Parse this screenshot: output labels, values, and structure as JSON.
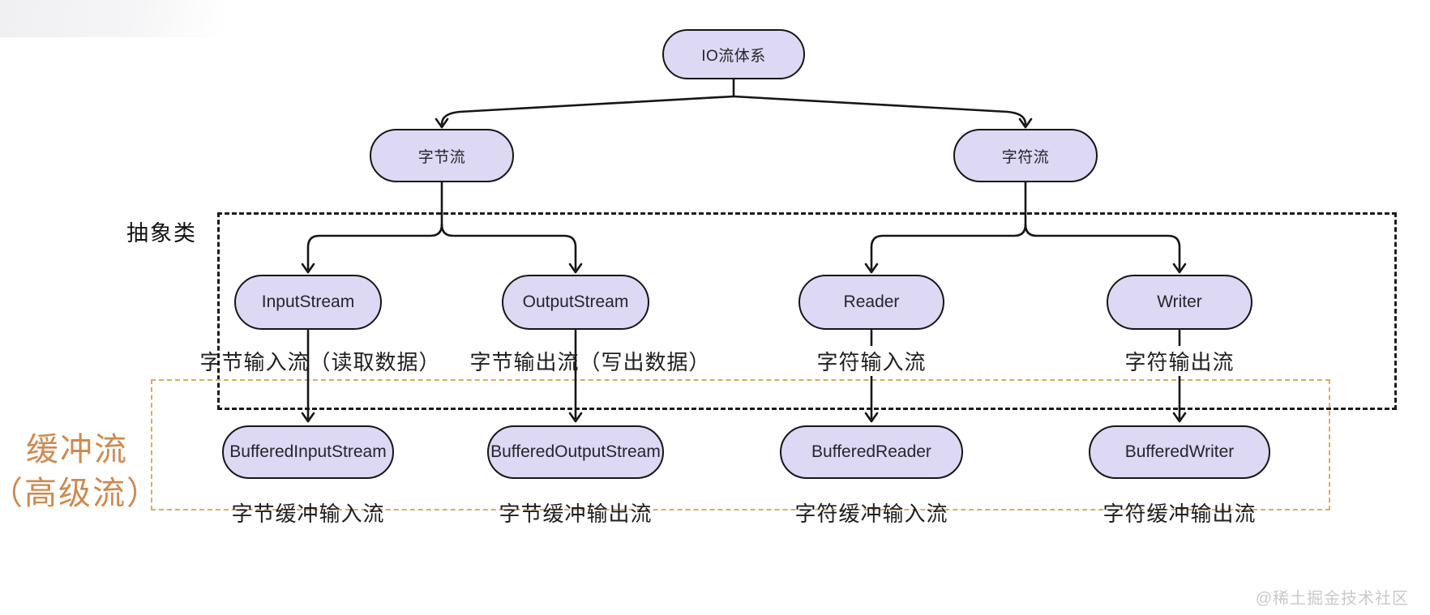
{
  "diagram": {
    "root": {
      "label": "IO流体系"
    },
    "level2": {
      "byte_stream": {
        "label": "字节流"
      },
      "char_stream": {
        "label": "字符流"
      }
    },
    "abstract_nodes": [
      {
        "label": "InputStream",
        "caption": "字节输入流（读取数据）"
      },
      {
        "label": "OutputStream",
        "caption": "字节输出流（写出数据）"
      },
      {
        "label": "Reader",
        "caption": "字符输入流"
      },
      {
        "label": "Writer",
        "caption": "字符输出流"
      }
    ],
    "buffered_nodes": [
      {
        "label": "BufferedInputStream",
        "caption": "字节缓冲输入流"
      },
      {
        "label": "BufferedOutputStream",
        "caption": "字节缓冲输出流"
      },
      {
        "label": "BufferedReader",
        "caption": "字符缓冲输入流"
      },
      {
        "label": "BufferedWriter",
        "caption": "字符缓冲输出流"
      }
    ],
    "group_labels": {
      "abstract": "抽象类",
      "buffer_line1": "缓冲流",
      "buffer_line2": "（高级流）"
    }
  },
  "watermark": "@稀土掘金技术社区",
  "colors": {
    "node_fill": "#ddd8f4",
    "node_border": "#161616",
    "arrow": "#161616",
    "abstract_box_border": "#1b1b1b",
    "buffer_box_border": "#dcab60",
    "buffer_label_orange": "#ce8a50",
    "watermark_gray": "#c9c9c9",
    "background": "#ffffff"
  }
}
